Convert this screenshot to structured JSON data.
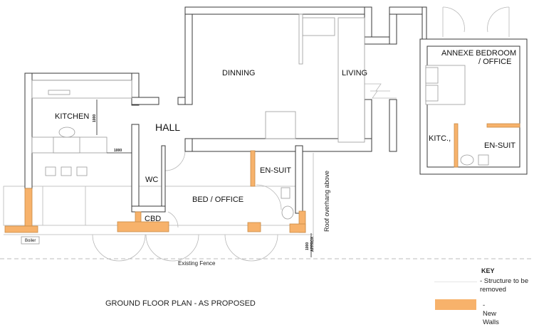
{
  "rooms": {
    "kitchen": "KITCHEN",
    "hall": "HALL",
    "dining": "DINNING",
    "living": "LIVING",
    "annexe_line1": "ANNEXE BEDROOM",
    "annexe_line2": "/ OFFICE",
    "wc": "WC",
    "cbd": "CBD",
    "bed_office": "BED / OFFICE",
    "en_suite": "EN-SUIT",
    "annexe_kitchen": "KITC.,",
    "annexe_en_suite": "EN-SUIT",
    "boiler": "Boiler"
  },
  "annotations": {
    "roof_overhang": "Roof overhang above",
    "existing_fence": "Existing Fence",
    "dim_kitchen_vertical": "1000",
    "dim_kitchen_horizontal": "1000",
    "dim_approx_value": "1000",
    "dim_approx_label": "APPROX"
  },
  "title": "GROUND FLOOR PLAN - AS PROPOSED",
  "key": {
    "heading": "KEY",
    "items": [
      {
        "label": "- Structure to be removed",
        "swatch": "#e6e6e6"
      },
      {
        "label": "- New Walls",
        "swatch": "#f7b26b"
      }
    ]
  },
  "colors": {
    "new_wall": "#f7b26b",
    "wall_line": "#3a3a3a"
  }
}
